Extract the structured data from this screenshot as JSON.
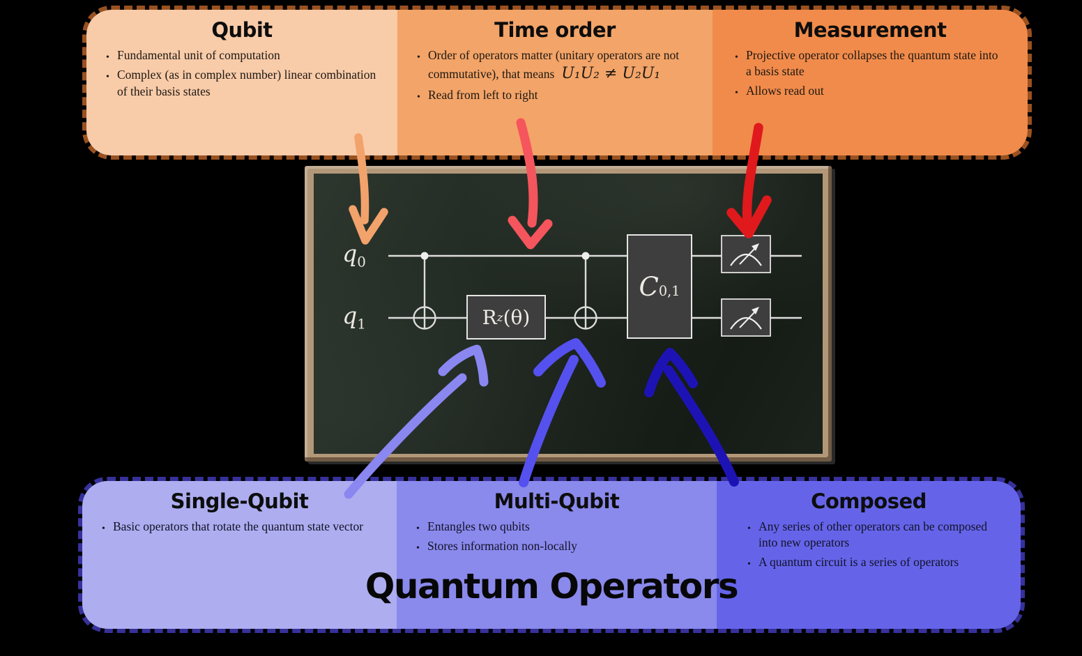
{
  "top_panel": {
    "border_color": "#9a5120",
    "sections": [
      {
        "title": "Qubit",
        "bg": "#f8cba9",
        "bullets": [
          {
            "text": "Fundamental unit of computation"
          },
          {
            "text": "Complex (as in complex number) linear combination of their basis states"
          }
        ]
      },
      {
        "title": "Time order",
        "bg": "#f3a468",
        "bullets": [
          {
            "text": "Order of operators matter (unitary operators are not commutative), that means",
            "formula": "U₁U₂ ≠ U₂U₁"
          },
          {
            "text": "Read from left to right"
          }
        ]
      },
      {
        "title": "Measurement",
        "bg": "#f18b4b",
        "bullets": [
          {
            "text": "Projective operator collapses the quantum state into a basis state"
          },
          {
            "text": "Allows read out"
          }
        ]
      }
    ]
  },
  "chalkboard": {
    "qubit_labels": [
      {
        "base": "q",
        "sub": "0"
      },
      {
        "base": "q",
        "sub": "1"
      }
    ],
    "rz_gate": {
      "base": "R",
      "sub": "z",
      "args": "(θ)"
    },
    "composed_gate": {
      "base": "C",
      "sub": "0,1"
    },
    "wire_color": "#dcdcdc",
    "gate_fill": "#3e3e3e"
  },
  "bottom_panel": {
    "border_color": "#37319b",
    "main_title": "Quantum Operators",
    "sections": [
      {
        "title": "Single-Qubit",
        "bg": "#adadf0",
        "bullets": [
          {
            "text": "Basic operators that rotate the quantum state vector"
          }
        ]
      },
      {
        "title": "Multi-Qubit",
        "bg": "#8a89ec",
        "bullets": [
          {
            "text": "Entangles two qubits"
          },
          {
            "text": "Stores information non-locally"
          }
        ]
      },
      {
        "title": "Composed",
        "bg": "#6564e9",
        "bullets": [
          {
            "text": "Any series of other operators can be composed into new operators"
          },
          {
            "text": "A quantum circuit is a series of operators"
          }
        ]
      }
    ]
  },
  "arrows": {
    "qubit": "#f2a26b",
    "time_order": "#f5555c",
    "measurement": "#e0191c",
    "single_qubit": "#8a87f1",
    "multi_qubit": "#5551ef",
    "composed": "#1d13b5"
  }
}
